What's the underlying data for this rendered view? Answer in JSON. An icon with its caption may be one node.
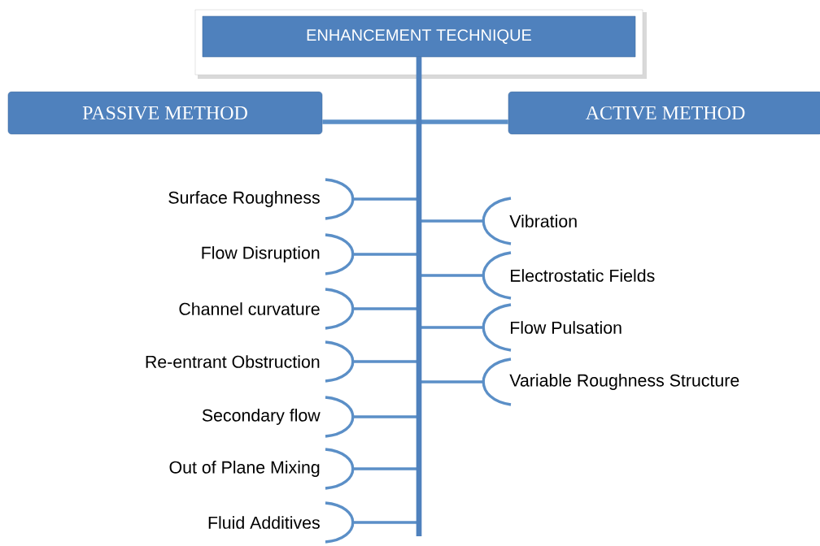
{
  "diagram": {
    "nodes": [
      {
        "text": [
          "ENHANCEMENT TECHNIQUE"
        ]
      },
      {
        "text": [
          "PASSIVE METHOD"
        ]
      },
      {
        "text": [
          "ACTIVE METHOD"
        ]
      },
      {
        "text": [
          "Surface Roughness"
        ]
      },
      {
        "text": [
          "Flow Disruption"
        ]
      },
      {
        "text": [
          "Channel curvature"
        ]
      },
      {
        "text": [
          "Re-entrant Obstruction"
        ]
      },
      {
        "text": [
          "Secondary flow"
        ]
      },
      {
        "text": [
          "Out of Plane Mixing"
        ]
      },
      {
        "text": [
          "Fluid Additives"
        ]
      },
      {
        "text": [
          "Vibration"
        ]
      },
      {
        "text": [
          "Electrostatic Fields"
        ]
      },
      {
        "text": [
          "Flow Pulsation"
        ]
      },
      {
        "text": [
          "Variable Roughness Structure"
        ]
      }
    ],
    "edges": [
      {
        "from": 0,
        "to": 1,
        "arrow": "none"
      },
      {
        "from": 0,
        "to": 2,
        "arrow": "none"
      },
      {
        "from": 0,
        "to": 3,
        "arrow": "none"
      },
      {
        "from": 0,
        "to": 4,
        "arrow": "none"
      },
      {
        "from": 0,
        "to": 5,
        "arrow": "none"
      },
      {
        "from": 0,
        "to": 6,
        "arrow": "none"
      },
      {
        "from": 0,
        "to": 7,
        "arrow": "none"
      },
      {
        "from": 0,
        "to": 8,
        "arrow": "none"
      },
      {
        "from": 0,
        "to": 9,
        "arrow": "none"
      },
      {
        "from": 0,
        "to": 10,
        "arrow": "none"
      },
      {
        "from": 0,
        "to": 11,
        "arrow": "none"
      },
      {
        "from": 0,
        "to": 12,
        "arrow": "none"
      },
      {
        "from": 0,
        "to": 13,
        "arrow": "none"
      }
    ]
  }
}
